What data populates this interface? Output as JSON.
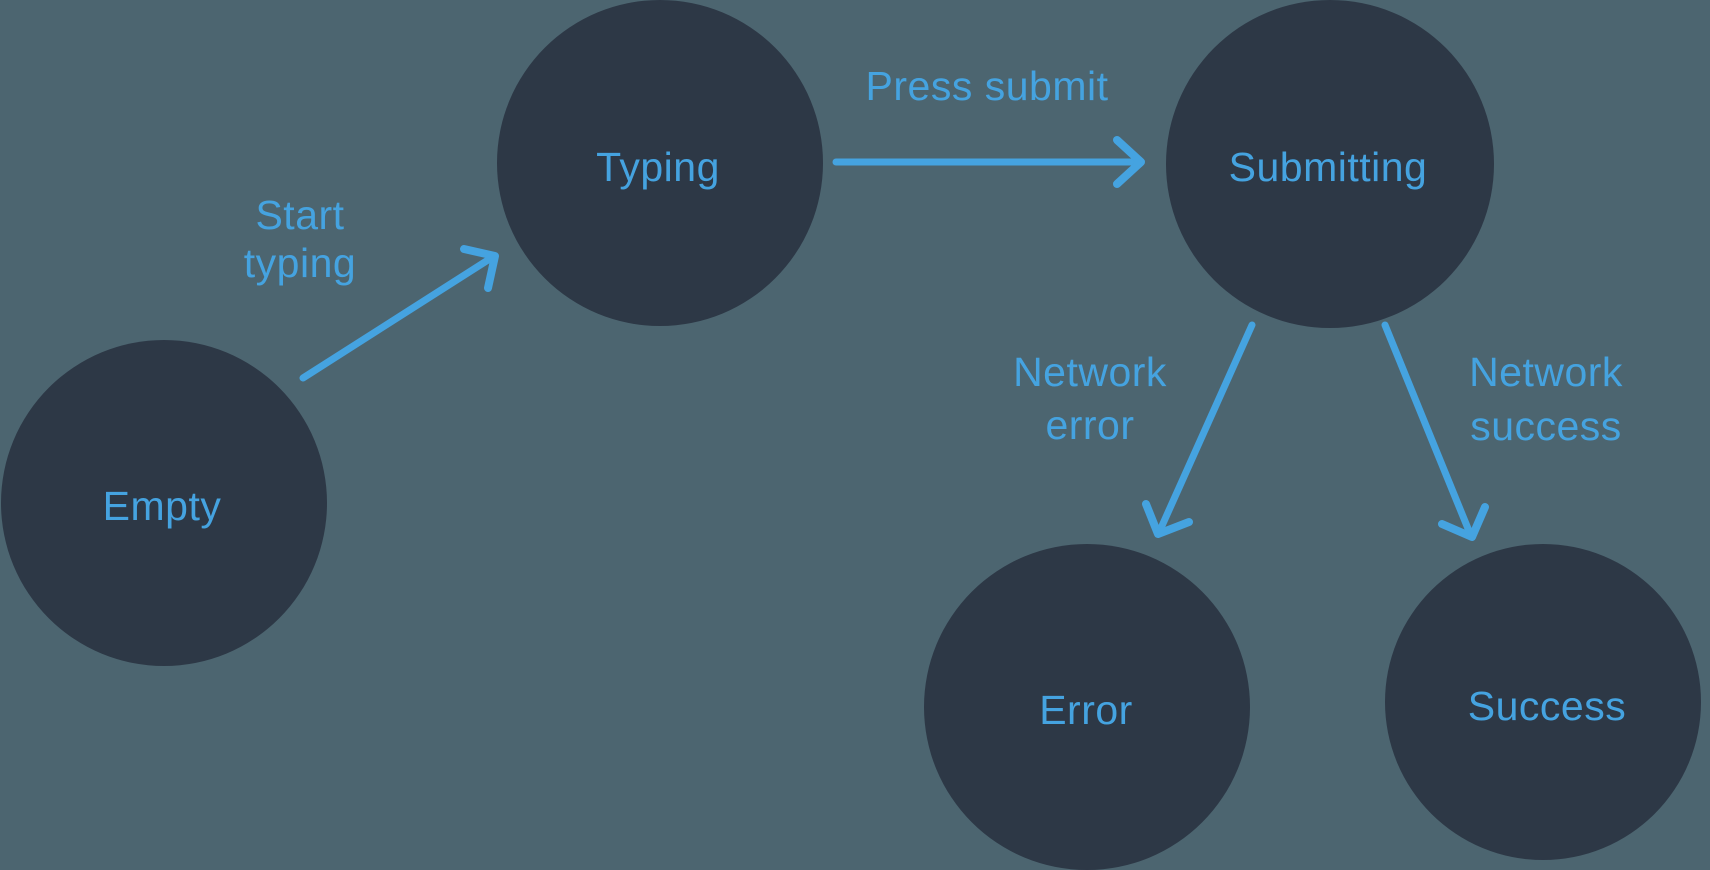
{
  "diagram": {
    "kind": "state-machine",
    "colors": {
      "background": "#4C6570",
      "node_fill": "#2D3846",
      "accent_blue": "#45A3E0"
    },
    "nodes": {
      "empty": {
        "label": "Empty"
      },
      "typing": {
        "label": "Typing"
      },
      "submitting": {
        "label": "Submitting"
      },
      "error": {
        "label": "Error"
      },
      "success": {
        "label": "Success"
      }
    },
    "edges": {
      "start_typing": {
        "from": "Empty",
        "to": "Typing",
        "label_line1": "Start",
        "label_line2": "typing"
      },
      "press_submit": {
        "from": "Typing",
        "to": "Submitting",
        "label": "Press submit"
      },
      "network_error": {
        "from": "Submitting",
        "to": "Error",
        "label_line1": "Network",
        "label_line2": "error"
      },
      "network_success": {
        "from": "Submitting",
        "to": "Success",
        "label_line1": "Network",
        "label_line2": "success"
      }
    }
  }
}
